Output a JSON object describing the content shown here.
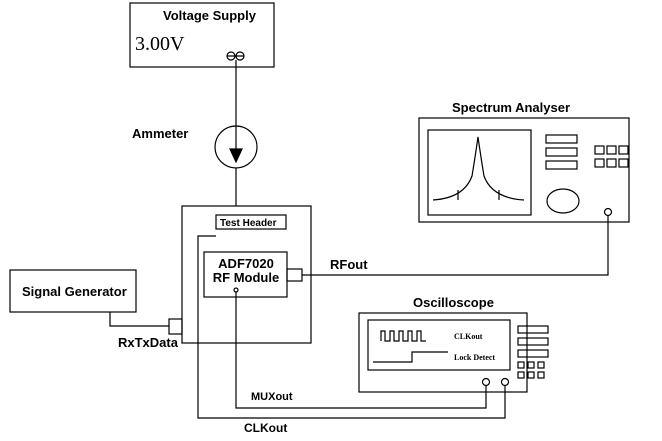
{
  "voltage_supply": {
    "title": "Voltage Supply",
    "reading": "3.00V"
  },
  "ammeter": {
    "label": "Ammeter"
  },
  "spectrum_analyser": {
    "title": "Spectrum Analyser"
  },
  "dut": {
    "test_header": "Test Header",
    "module_line1": "ADF7020",
    "module_line2": "RF Module"
  },
  "signal_generator": {
    "label": "Signal Generator"
  },
  "oscilloscope": {
    "title": "Oscilloscope",
    "trace1_label": "CLKout",
    "trace2_label": "Lock Detect"
  },
  "connections": {
    "rfout": "RFout",
    "rxtxdata": "RxTxData",
    "muxout": "MUXout",
    "clkout": "CLKout"
  }
}
